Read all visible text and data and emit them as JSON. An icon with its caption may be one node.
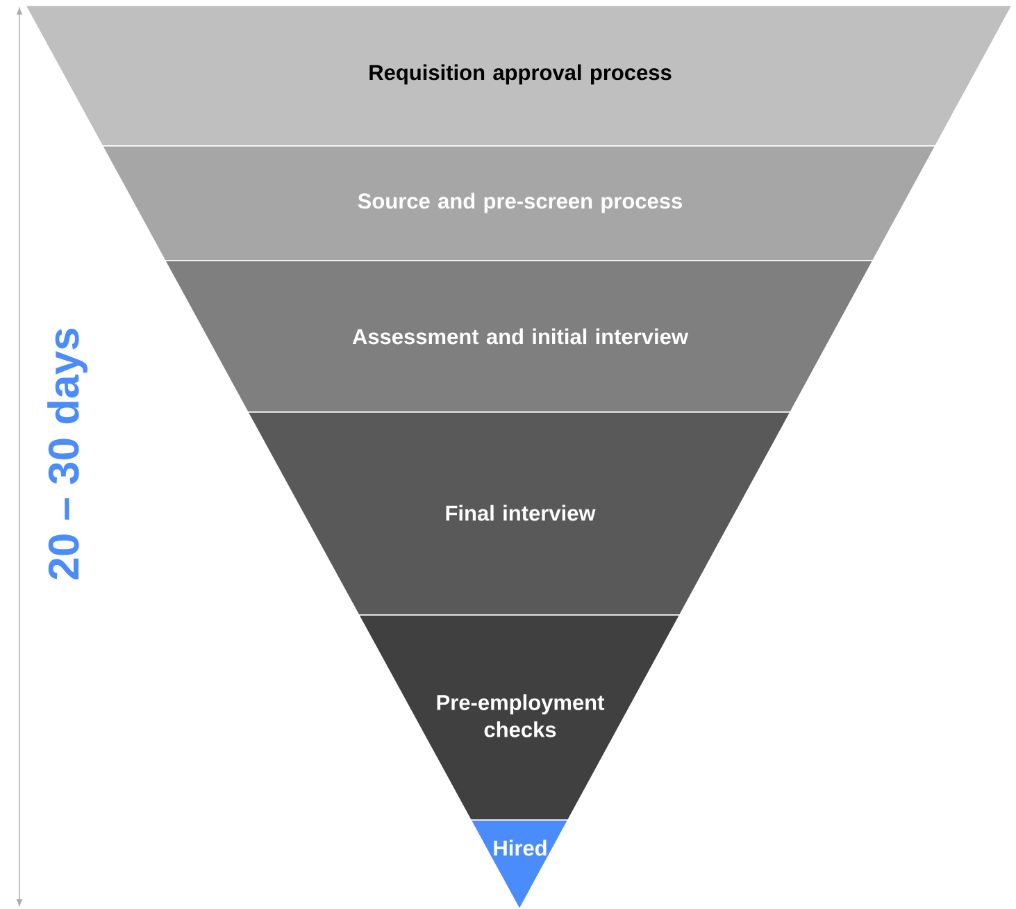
{
  "diagram": {
    "nodes": [
      {
        "text": [
          "Requisition approval process"
        ]
      },
      {
        "text": [
          "Source and pre-screen process"
        ]
      },
      {
        "text": [
          "Assessment and initial interview"
        ]
      },
      {
        "text": [
          "Final interview"
        ]
      },
      {
        "text": [
          "Pre-employment checks"
        ]
      },
      {
        "text": [
          "Hired"
        ]
      }
    ],
    "labels": [
      "20 – 30 days"
    ]
  }
}
